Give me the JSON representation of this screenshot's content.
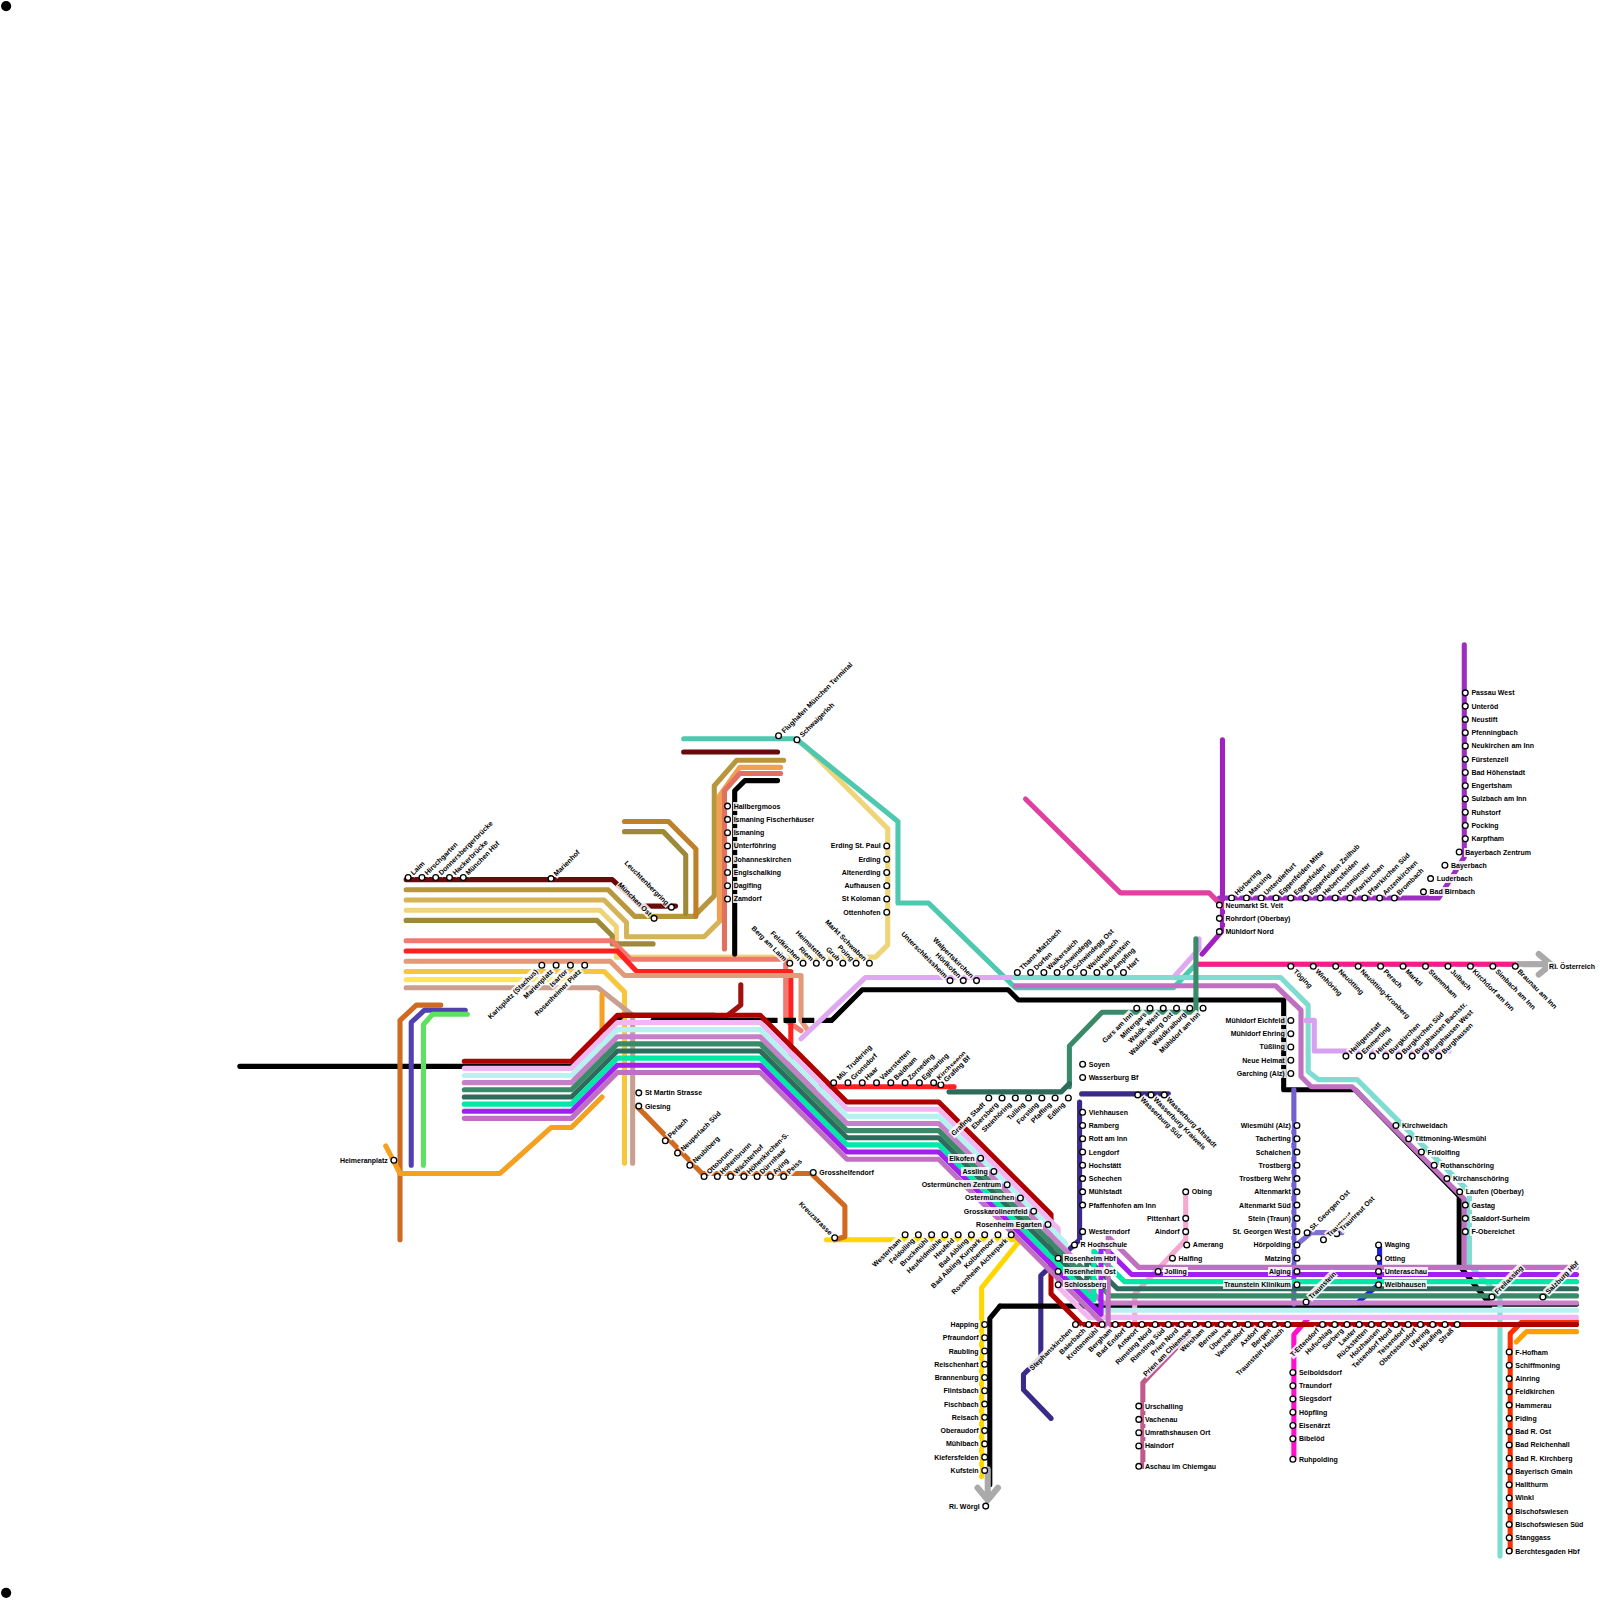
{
  "diagram": {
    "labels": [
      "Laim",
      "Hirschgarten",
      "Donnersbergerbrücke",
      "Hackerbrücke",
      "München Hbf",
      "Marienhof",
      "München Ost",
      "Leuchtenbergring",
      "Karlsplatz (Stachus)",
      "Marienplatz",
      "Isartor",
      "Rosenheimer Platz",
      "Flughafen München Terminal",
      "Schwaigerloh",
      "Hallbergmoos",
      "Ismaning Fischerhäuser",
      "Ismaning",
      "Unterföhring",
      "Johanneskirchen",
      "Englschalking",
      "Daglfing",
      "Zamdorf",
      "Erding St. Paul",
      "Erding",
      "Altenerding",
      "Aufhausen",
      "St Koloman",
      "Ottenhofen",
      "Berg am Laim",
      "Feldkirchen",
      "Riem",
      "Heimstetten",
      "Grub",
      "Poing",
      "Markt Schwaben",
      "Unterschleissheim",
      "Hörlkofen",
      "Walpertskirchen",
      "Thann-Matzbach",
      "Dorfen",
      "Walkersaich",
      "Schwindegg",
      "Schwindegg Ost",
      "Weidenbach",
      "Heldenstein",
      "Ampfing",
      "Hart",
      "Gars am Inn",
      "Mittergars",
      "Waldk. West",
      "Waldkraiburg Ost",
      "Waldkraiburg",
      "Mühldorf am Inn",
      "Neumarkt St. Veit",
      "Rohrdorf (Oberbay)",
      "Mühldorf Nord",
      "Hörbering",
      "Massing",
      "Unterdietfurt",
      "Eggenfelden Mitte",
      "Eggenfelden",
      "Eggenfelden Zeilhub",
      "Hebertsfelden",
      "Postmünster",
      "Pfarrkirchen",
      "Pfarrkirchen Süd",
      "Anzenkirchen",
      "Brombach",
      "Bad Birnbach",
      "Luderbach",
      "Bayerbach",
      "Bayerbach Zentrum",
      "Karpfham",
      "Pocking",
      "Ruhstorf",
      "Sulzbach am Inn",
      "Engertsham",
      "Bad Höhenstadt",
      "Fürstenzell",
      "Neukirchen am Inn",
      "Pfenningbach",
      "Neustift",
      "Unteröd",
      "Passau West",
      "Töging",
      "Winhöring",
      "Neuötting",
      "Neuötting-Kronberg",
      "Perach",
      "Marktl",
      "Stammham",
      "Julbach",
      "Kirchdorf am Inn",
      "Simbach am Inn",
      "Braunau am Inn",
      "Ri. Österreich",
      "Mühldorf Eichfeld",
      "Mühldorf Ehring",
      "Tüßling",
      "Neue Heimat",
      "Garching (Alz)",
      "Heiligenstatt",
      "Emmerting",
      "Hirten",
      "Burgkirchen",
      "Burgkirchen Süd",
      "Burghausen Bachstr.",
      "Burghausen West",
      "Burghausen",
      "Kirchweidach",
      "Tittmoning-Wiesmühl",
      "Fridolfing",
      "Rothanschöring",
      "Kirchanschöring",
      "Laufen (Oberbay)",
      "Gastag",
      "Saaldorf-Surheim",
      "F-Obereichet",
      "Wiesmühl (Alz)",
      "Tacherting",
      "Schalchen",
      "Trostberg",
      "Trostberg Wehr",
      "Altenmarkt",
      "Altenmarkt Süd",
      "Stein (Traun)",
      "St. Georgen West",
      "Hörpolding",
      "Matzing",
      "Alging",
      "Traunstein Klinikum",
      "St. Georgen Ost",
      "Traunreut",
      "Traunreut Ost",
      "Waging",
      "Otting",
      "Unteraschau",
      "Weibhausen",
      "Traunstein",
      "Seiboldsdorf",
      "Traundorf",
      "Siegsdorf",
      "Höpfling",
      "Eisenärzt",
      "Bibelöd",
      "Ruhpolding",
      "F-Hofham",
      "Schiffmoning",
      "Ainring",
      "Feldkirchen",
      "Hammerau",
      "Piding",
      "Bad R. Ost",
      "Bad Reichenhall",
      "Bad R. Kirchberg",
      "Bayerisch Gmain",
      "Hallthurm",
      "Winkl",
      "Bischofswiesen",
      "Bischofswiesen Süd",
      "Stanggass",
      "Berchtesgaden Hbf",
      "Freilassing",
      "Salzburg Hbf",
      "T-Ettendorf",
      "Hufschlag",
      "Surberg",
      "Lauter",
      "Rückstetten",
      "Holzhausen",
      "Teisendorf Nord",
      "Teisendorf",
      "Oberteisendorf",
      "Ufering",
      "Hörafing",
      "Straß",
      "Stephanskirchen",
      "Baierbach",
      "Krottenmühl",
      "Bergham",
      "Bad Endorf",
      "Antwort",
      "Rimsting Nord",
      "Rimsting Süd",
      "Prien Nord",
      "Prien am Chiemsee",
      "Weisham",
      "Bernau",
      "Übersee",
      "Vachendorf",
      "Axdorf",
      "Bergen",
      "Traunstein Haslach",
      "Urschalling",
      "Vachenau",
      "Umrathshausen Ort",
      "Haindorf",
      "Aschau im Chiemgau",
      "Obing",
      "Pittenhart",
      "Aindorf",
      "Amerang",
      "Halfing",
      "Jolling",
      "Rosenheim Egarten",
      "Westerndorf",
      "R Hochschule",
      "Rosenheim Hbf",
      "Rosenheim Ost",
      "Schlossberg",
      "Happing",
      "Pfraundorf",
      "Raubling",
      "Reischenhart",
      "Brannenburg",
      "Flintsbach",
      "Fischbach",
      "Reisach",
      "Oberaudorf",
      "Mühlbach",
      "Kiefersfelden",
      "Kufstein",
      "Ri. Wörgl",
      "Soyen",
      "Wasserburg Bf",
      "Viehhausen",
      "Ramberg",
      "Rott am Inn",
      "Lengdorf",
      "Hochstätt",
      "Schechen",
      "Mühlstadt",
      "Pfaffenhofen am Inn",
      "Wasserburg Süd",
      "Wasserburg Kraiweis",
      "Wasserburg Altstadt",
      "Elkofen",
      "Assling",
      "Ostermünchen Zentrum",
      "Ostermünchen",
      "Grosskarolinenfeld",
      "Mü. Trudering",
      "Gronsdorf",
      "Haar",
      "Vaterstetten",
      "Baldham",
      "Zorneding",
      "Eglharting",
      "Kirchseeon",
      "Grafing Bf",
      "Grafing Stadt",
      "Ebersberg",
      "Steinhöring",
      "Tulling",
      "Forsting",
      "Pfaffing",
      "Edling",
      "St Martin Strasse",
      "Giesing",
      "Perlach",
      "Neuperlach Süd",
      "Neubiberg",
      "Ottobrunn",
      "Hohenbrunn",
      "Wächterhof",
      "Höhenkirchen-S.",
      "Dürrnhaar",
      "Aying",
      "Peiss",
      "Grosshelfendorf",
      "Kreuzstrasse",
      "Westerham",
      "Feldolling",
      "Bruckmühl",
      "Heufeldmühle",
      "Heufeld",
      "Bad Aibling",
      "Bad Aibling Kurpark",
      "Kolbermoor",
      "Rosenheim Aicherpark",
      "Heimeranplatz"
    ]
  }
}
